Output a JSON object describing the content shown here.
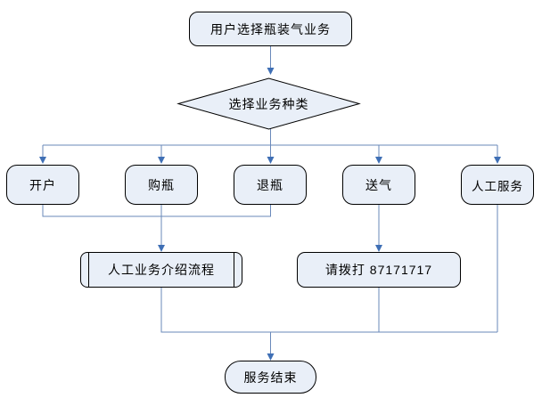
{
  "diagram": {
    "colors": {
      "node_fill": "#E9EFF8",
      "node_border": "#000000",
      "connector": "#6A89BA",
      "arrowhead": "#3F6FB5",
      "background": "#FFFFFF"
    },
    "nodes": {
      "start": {
        "type": "start",
        "label": "用户选择瓶装气业务"
      },
      "decision": {
        "type": "decision",
        "label": "选择业务种类"
      },
      "options": [
        {
          "label": "开户"
        },
        {
          "label": "购瓶"
        },
        {
          "label": "退瓶"
        },
        {
          "label": "送气"
        },
        {
          "label": "人工服务"
        }
      ],
      "intro": {
        "type": "predefined-process",
        "label": "人工业务介绍流程"
      },
      "call": {
        "type": "process",
        "label": "请拨打 87171717"
      },
      "end": {
        "type": "terminator",
        "label": "服务结束"
      }
    }
  }
}
